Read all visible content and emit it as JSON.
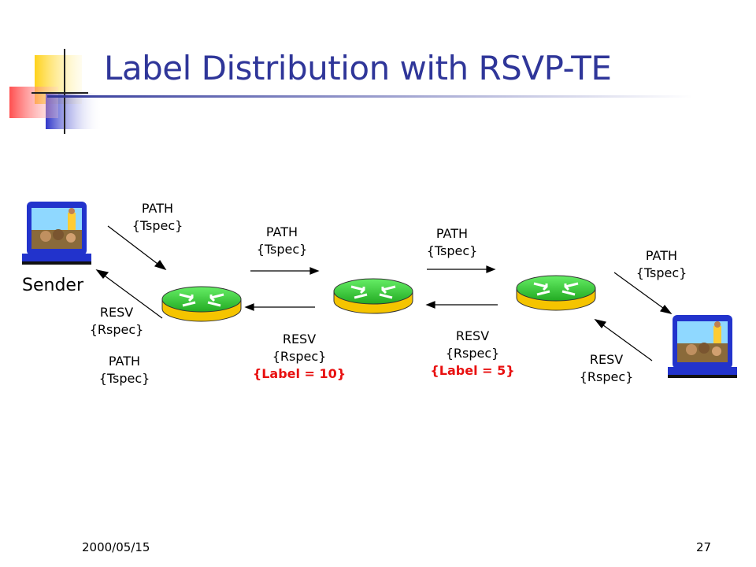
{
  "slide": {
    "title": "Label Distribution with RSVP-TE",
    "date": "2000/05/15",
    "page_number": "27"
  },
  "nodes": {
    "sender_label": "Sender"
  },
  "labels": {
    "path1": [
      "PATH",
      "{Tspec}"
    ],
    "resv1": [
      "RESV",
      "{Rspec}"
    ],
    "path1b": [
      "PATH",
      "{Tspec}"
    ],
    "path2": [
      "PATH",
      "{Tspec}"
    ],
    "resv2": [
      "RESV",
      "{Rspec}",
      "{Label = 10}"
    ],
    "path3": [
      "PATH",
      "{Tspec}"
    ],
    "resv3": [
      "RESV",
      "{Rspec}",
      "{Label = 5}"
    ],
    "path4": [
      "PATH",
      "{Tspec}"
    ],
    "resv4": [
      "RESV",
      "{Rspec}"
    ]
  },
  "colors": {
    "title": "#2f3699",
    "label_highlight": "#e81010",
    "router_top": "#33cc33",
    "router_base": "#f5c400"
  },
  "icons": [
    "host-computer-icon",
    "router-icon"
  ]
}
